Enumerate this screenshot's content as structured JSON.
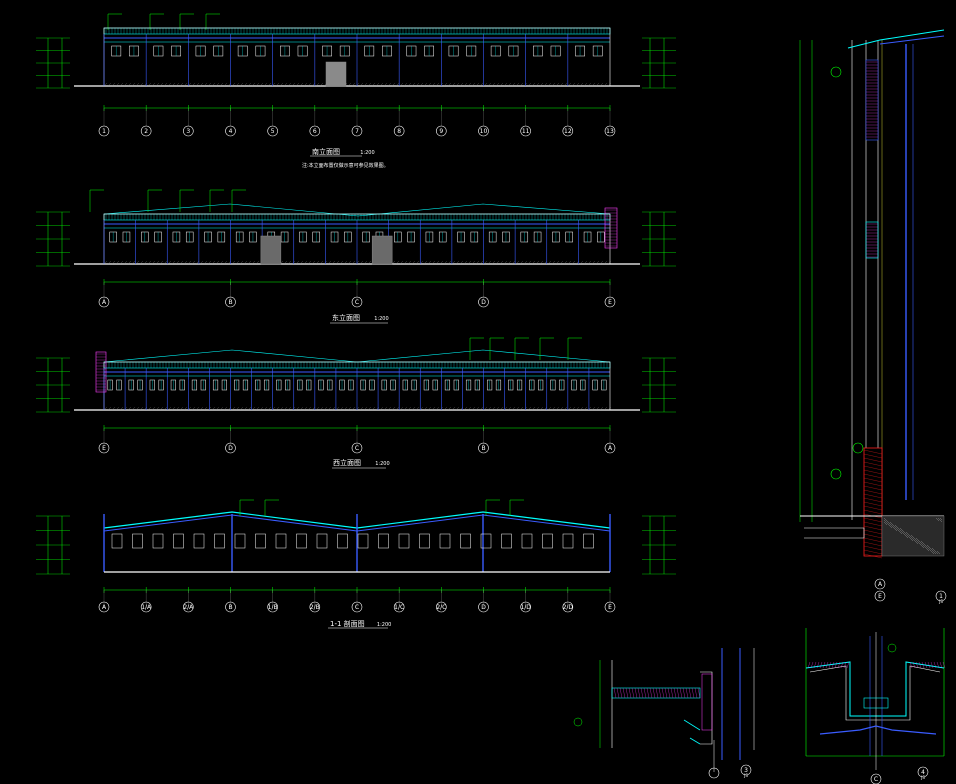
{
  "drawing": {
    "background": "#000000",
    "colors": {
      "white": "#ffffff",
      "cyan": "#00ffff",
      "green": "#00ff00",
      "blue": "#3a5cff",
      "red": "#ff2020",
      "magenta": "#ff40ff",
      "grey": "#8a8a8a",
      "yellow": "#ffff40"
    },
    "views": [
      {
        "id": "elevation-1",
        "title": "南立面图",
        "scale": "1:200",
        "note": "注:本立面布置仅做示意可参见效果图。",
        "axes": [
          "1",
          "2",
          "3",
          "4",
          "5",
          "6",
          "7",
          "8",
          "9",
          "10",
          "11",
          "12",
          "13"
        ]
      },
      {
        "id": "elevation-2",
        "title": "东立面图",
        "scale": "1:200",
        "axes": [
          "A",
          "B",
          "C",
          "D",
          "E"
        ]
      },
      {
        "id": "elevation-3",
        "title": "西立面图",
        "scale": "1:200",
        "axes": [
          "E",
          "D",
          "C",
          "B",
          "A"
        ]
      },
      {
        "id": "section-1",
        "title": "1-1 剖面图",
        "scale": "1:200",
        "axes": [
          "A",
          "1/A",
          "2/A",
          "B",
          "1/B",
          "2/B",
          "C",
          "1/C",
          "2/C",
          "D",
          "1/D",
          "2/D",
          "E"
        ]
      }
    ],
    "detail_axes": {
      "wall": [
        "A",
        "E"
      ],
      "canopy": [
        ""
      ],
      "gutter": [
        "C"
      ]
    },
    "detail_tags": {
      "wall": {
        "num": "1",
        "sheet": "JS"
      },
      "canopy": {
        "num": "3",
        "sheet": "JS"
      },
      "gutter": {
        "num": "4",
        "sheet": "JS"
      }
    }
  }
}
